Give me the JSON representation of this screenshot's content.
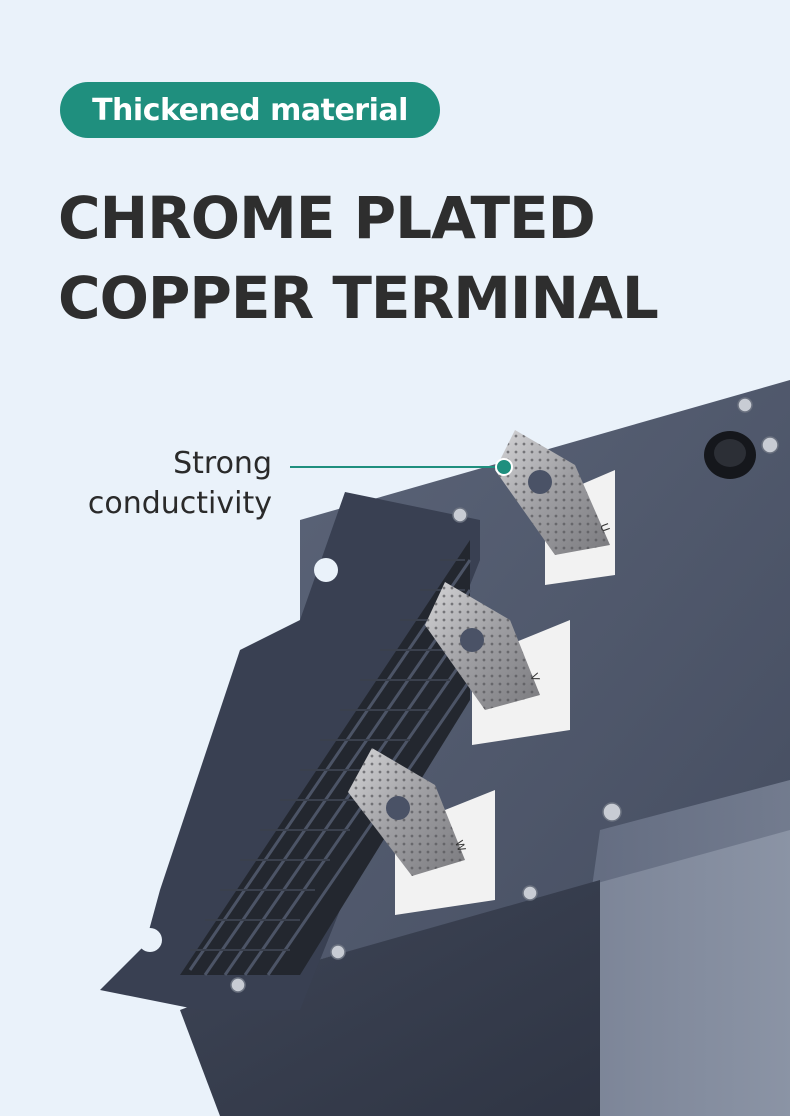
{
  "badge": {
    "label": "Thickened material"
  },
  "headline": {
    "line1": "CHROME PLATED",
    "line2": "COPPER TERMINAL"
  },
  "callout": {
    "line1": "Strong",
    "line2": "conductivity",
    "accent_color": "#1f8f7e"
  },
  "terminals": [
    {
      "letter": "U"
    },
    {
      "letter": "V"
    },
    {
      "letter": "W"
    }
  ],
  "colors": {
    "background": "#eaf2fa",
    "badge": "#1f8f7e",
    "headline": "#2e2e2e",
    "housing": "#4a5266"
  }
}
